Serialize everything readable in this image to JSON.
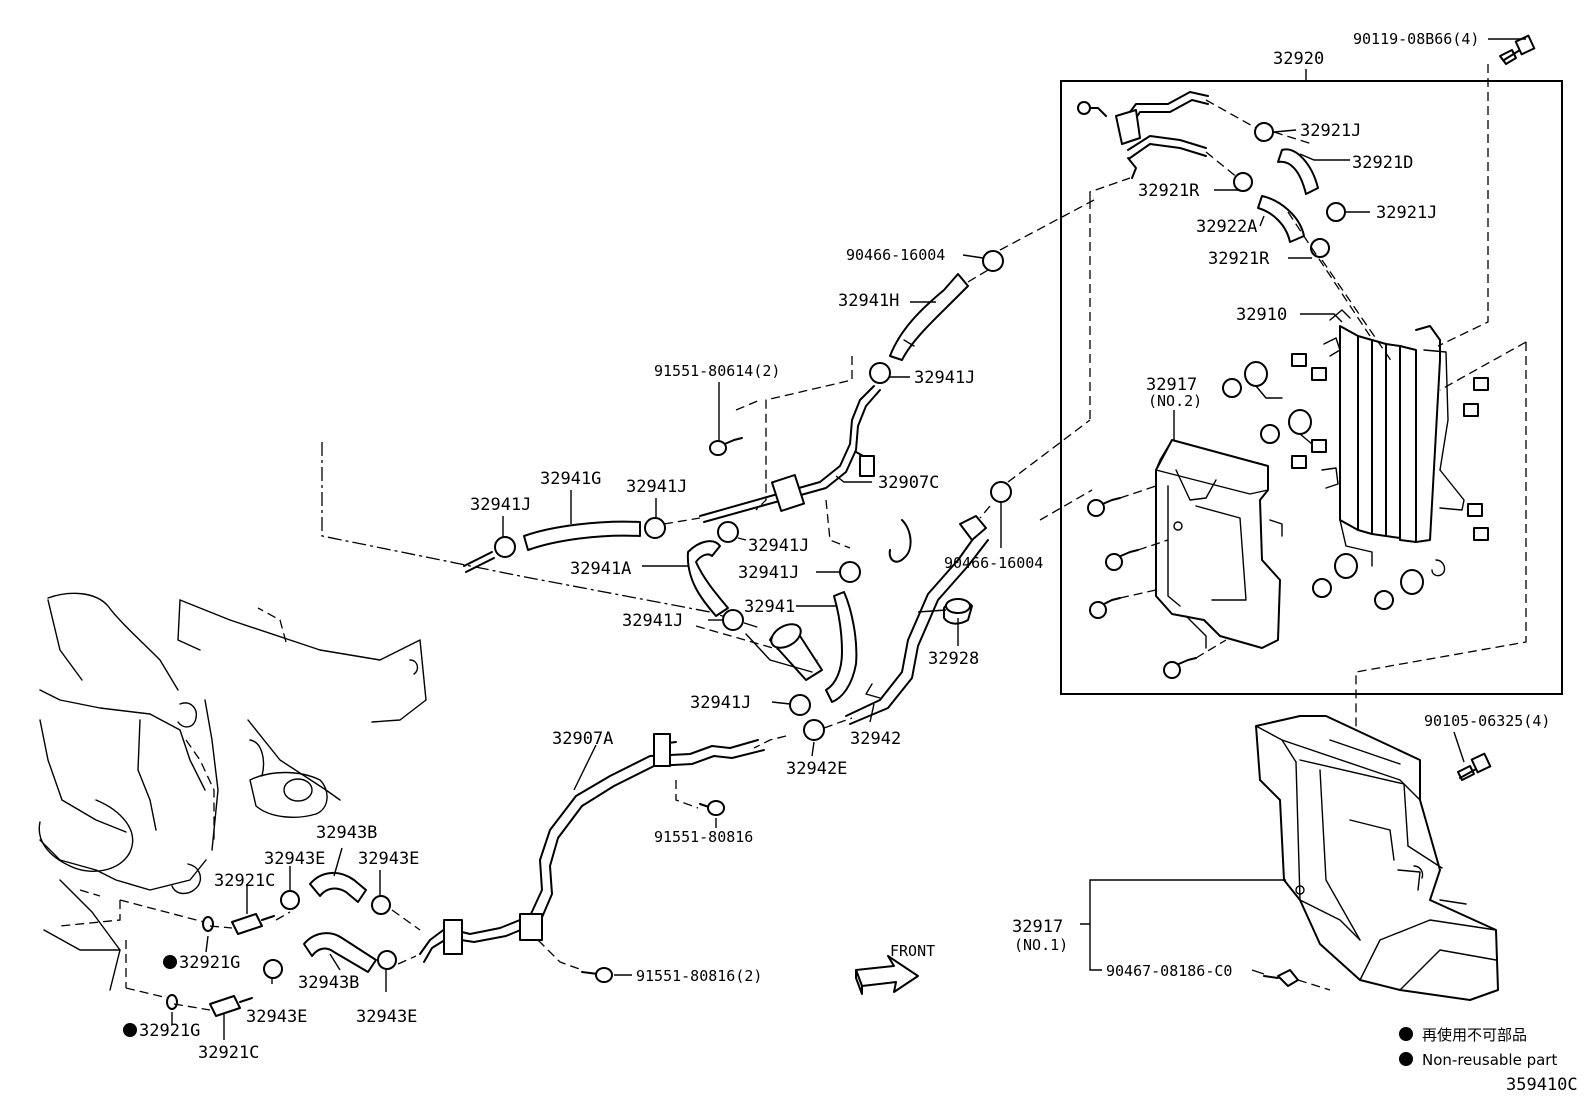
{
  "assembly_label": "32920",
  "drawing_number": "359410C",
  "front_label": "FRONT",
  "legend": {
    "jp": "再使用不可部品",
    "en": "Non-reusable part"
  },
  "labels": {
    "p_9011908B66": "90119-08B66(4)",
    "p_32921J_a": "32921J",
    "p_32921D": "32921D",
    "p_32921R_a": "32921R",
    "p_32921J_b": "32921J",
    "p_32922A": "32922A",
    "p_32921R_b": "32921R",
    "p_32910": "32910",
    "p_32917_2": "32917",
    "p_32917_2_note": "(NO.2)",
    "p_9046616004_a": "90466-16004",
    "p_32941H": "32941H",
    "p_9155180614": "91551-80614(2)",
    "p_32941J_top": "32941J",
    "p_32907C": "32907C",
    "p_32941G": "32941G",
    "p_32941J_g": "32941J",
    "p_32941J_left": "32941J",
    "p_32941J_mid": "32941J",
    "p_32941A": "32941A",
    "p_32941J_mid2": "32941J",
    "p_9046616004_b": "90466-16004",
    "p_32941": "32941",
    "p_32941J_low": "32941J",
    "p_32928": "32928",
    "p_32941J_bot": "32941J",
    "p_32942": "32942",
    "p_32942E": "32942E",
    "p_32907A": "32907A",
    "p_9155180816": "91551-80816",
    "p_9010506325": "90105-06325(4)",
    "p_32943B_a": "32943B",
    "p_32943E_a": "32943E",
    "p_32943E_b": "32943E",
    "p_32921C_a": "32921C",
    "p_32921G_a": "32921G",
    "p_32943B_b": "32943B",
    "p_32943E_c": "32943E",
    "p_32943E_d": "32943E",
    "p_32921G_b": "32921G",
    "p_32921C_b": "32921C",
    "p_9155180816_2": "91551-80816(2)",
    "p_32917_1": "32917",
    "p_32917_1_note": "(NO.1)",
    "p_9046708186": "90467-08186-C0"
  }
}
